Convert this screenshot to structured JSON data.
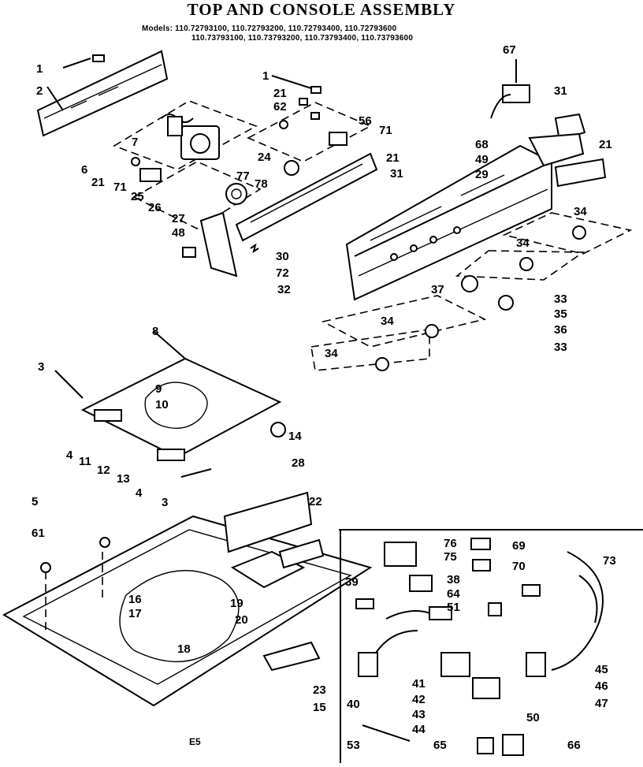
{
  "title": "TOP AND CONSOLE ASSEMBLY",
  "models_line1": "Models: 110.72793100, 110.72793200, 110.72793400, 110.72793600",
  "models_line2": "110.73793100, 110.73793200, 110.73793400, 110.73793600",
  "footer": "E5",
  "callouts": {
    "c1a": "1",
    "c2": "2",
    "c1b": "1",
    "c67": "67",
    "c21a": "21",
    "c62": "62",
    "c56": "56",
    "c71a": "71",
    "c31a": "31",
    "c7": "7",
    "c68": "68",
    "c49": "49",
    "c21b": "21",
    "c29": "29",
    "c6": "6",
    "c21c": "21",
    "c24": "24",
    "c21d": "21",
    "c31b": "31",
    "c71b": "71",
    "c25": "25",
    "c77": "77",
    "c78": "78",
    "c26": "26",
    "c27": "27",
    "c48": "48",
    "c30": "30",
    "c72": "72",
    "c34a": "34",
    "c34b": "34",
    "c32": "32",
    "c37": "37",
    "c33a": "33",
    "c35": "35",
    "c36": "36",
    "c34c": "34",
    "c33b": "33",
    "c34d": "34",
    "c8": "8",
    "c3a": "3",
    "c9": "9",
    "c10": "10",
    "c14": "14",
    "c4a": "4",
    "c11": "11",
    "c12": "12",
    "c13": "13",
    "c4b": "4",
    "c3b": "3",
    "c28": "28",
    "c5": "5",
    "c22": "22",
    "c61": "61",
    "c76": "76",
    "c69": "69",
    "c75": "75",
    "c70": "70",
    "c73": "73",
    "c39": "39",
    "c38": "38",
    "c64": "64",
    "c51": "51",
    "c16": "16",
    "c19": "19",
    "c17": "17",
    "c20": "20",
    "c18": "18",
    "c45": "45",
    "c46": "46",
    "c41": "41",
    "c42": "42",
    "c47": "47",
    "c40": "40",
    "c43": "43",
    "c50": "50",
    "c44": "44",
    "c23": "23",
    "c15": "15",
    "c53": "53",
    "c65": "65",
    "c66": "66"
  }
}
